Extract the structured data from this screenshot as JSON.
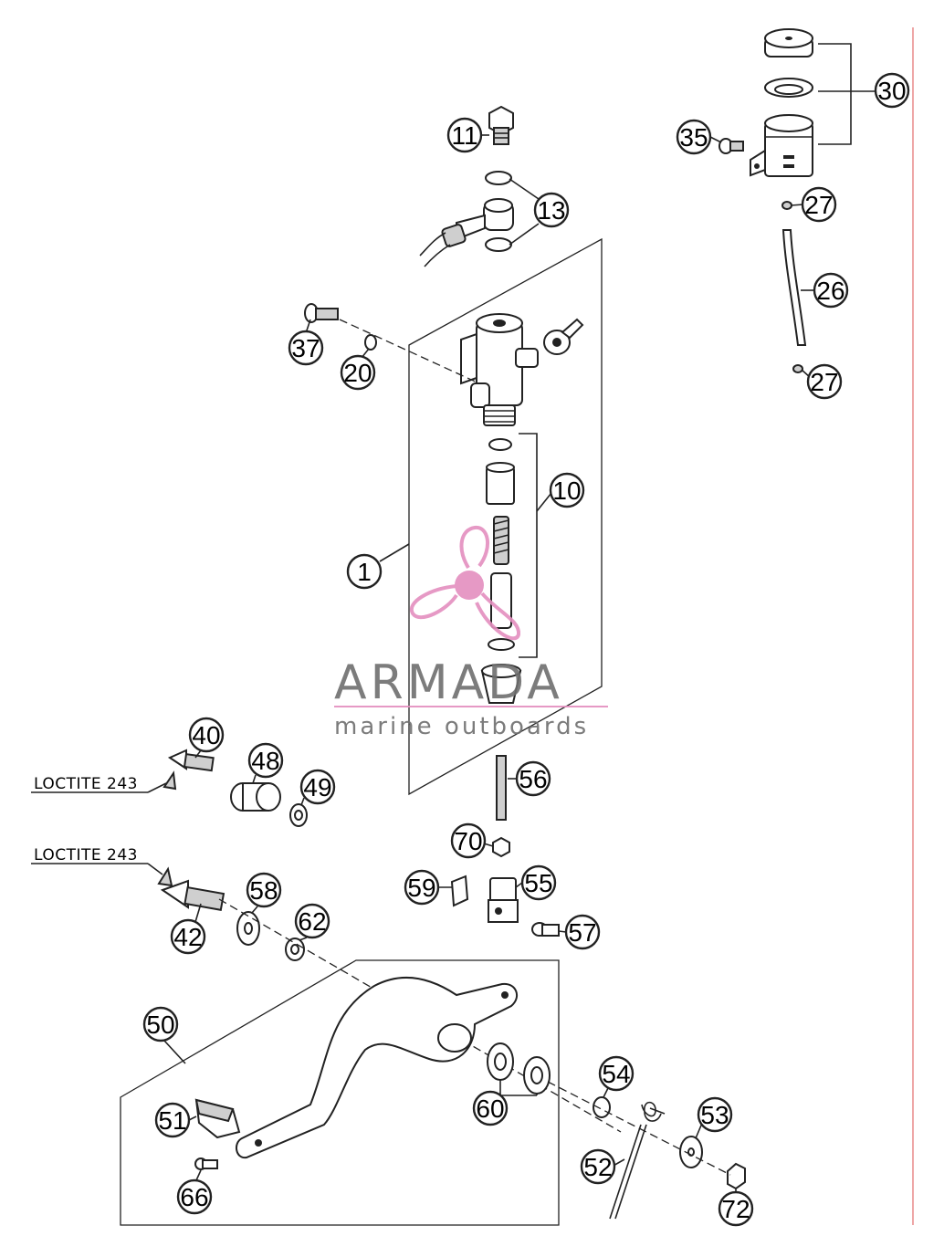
{
  "callouts": [
    {
      "id": "c11",
      "label": "11"
    },
    {
      "id": "c13",
      "label": "13"
    },
    {
      "id": "c30",
      "label": "30"
    },
    {
      "id": "c35",
      "label": "35"
    },
    {
      "id": "c27a",
      "label": "27"
    },
    {
      "id": "c26",
      "label": "26"
    },
    {
      "id": "c27b",
      "label": "27"
    },
    {
      "id": "c37",
      "label": "37"
    },
    {
      "id": "c20",
      "label": "20"
    },
    {
      "id": "c10",
      "label": "10"
    },
    {
      "id": "c1",
      "label": "1"
    },
    {
      "id": "c40",
      "label": "40"
    },
    {
      "id": "c48",
      "label": "48"
    },
    {
      "id": "c49",
      "label": "49"
    },
    {
      "id": "c56",
      "label": "56"
    },
    {
      "id": "c70",
      "label": "70"
    },
    {
      "id": "c59",
      "label": "59"
    },
    {
      "id": "c55",
      "label": "55"
    },
    {
      "id": "c57",
      "label": "57"
    },
    {
      "id": "c58",
      "label": "58"
    },
    {
      "id": "c62",
      "label": "62"
    },
    {
      "id": "c42",
      "label": "42"
    },
    {
      "id": "c50",
      "label": "50"
    },
    {
      "id": "c54",
      "label": "54"
    },
    {
      "id": "c53",
      "label": "53"
    },
    {
      "id": "c60",
      "label": "60"
    },
    {
      "id": "c51",
      "label": "51"
    },
    {
      "id": "c52",
      "label": "52"
    },
    {
      "id": "c66",
      "label": "66"
    },
    {
      "id": "c72",
      "label": "72"
    }
  ],
  "notes": {
    "loctite_upper": "LOCTITE 243",
    "loctite_lower": "LOCTITE 243"
  },
  "watermark": {
    "name": "ARMADA",
    "tagline": "marine outboards"
  },
  "colors": {
    "line": "#222222",
    "watermark_pink": "#e48fbf",
    "watermark_text": "#6e6e6e",
    "margin_rule": "#e88a8a"
  }
}
